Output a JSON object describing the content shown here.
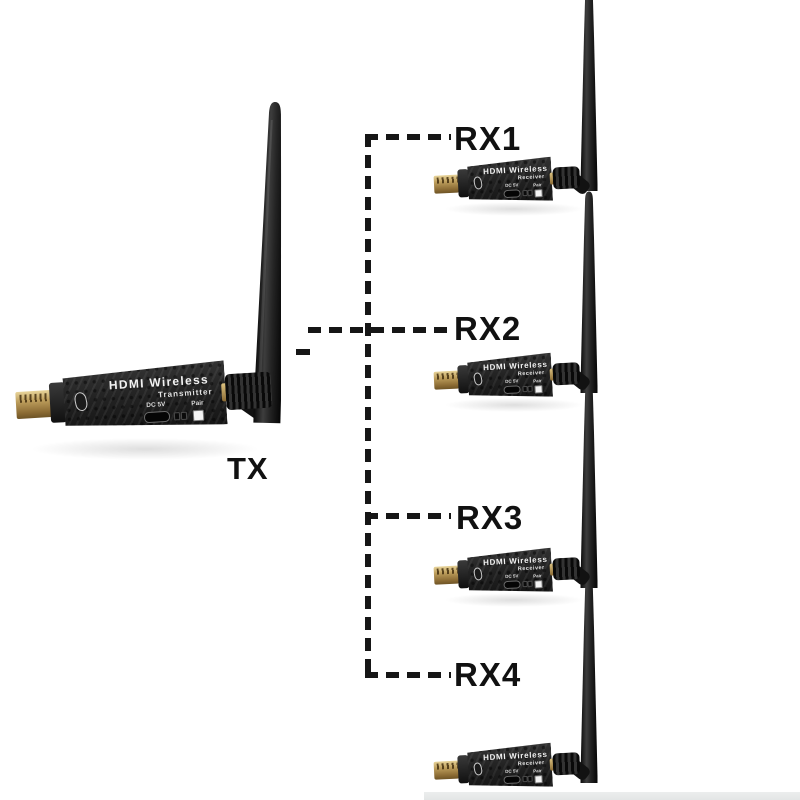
{
  "tx": {
    "label": "TX"
  },
  "tx_device": {
    "title": "HDMI Wireless",
    "subtitle": "Transmitter",
    "dc_port_label": "DC 5V",
    "pair_button_label": "Pair"
  },
  "rx_device": {
    "title": "HDMI Wireless",
    "subtitle": "Receiver",
    "dc_port_label": "DC 5V",
    "pair_button_label": "Pair"
  },
  "receivers": [
    {
      "label": "RX1"
    },
    {
      "label": "RX2"
    },
    {
      "label": "RX3"
    },
    {
      "label": "RX4"
    }
  ],
  "colors": {
    "background": "#ffffff",
    "connector_line": "#161616",
    "label_text": "#111111",
    "device_body": "#232323",
    "hdmi_plug_gold": "#bfa05e"
  }
}
